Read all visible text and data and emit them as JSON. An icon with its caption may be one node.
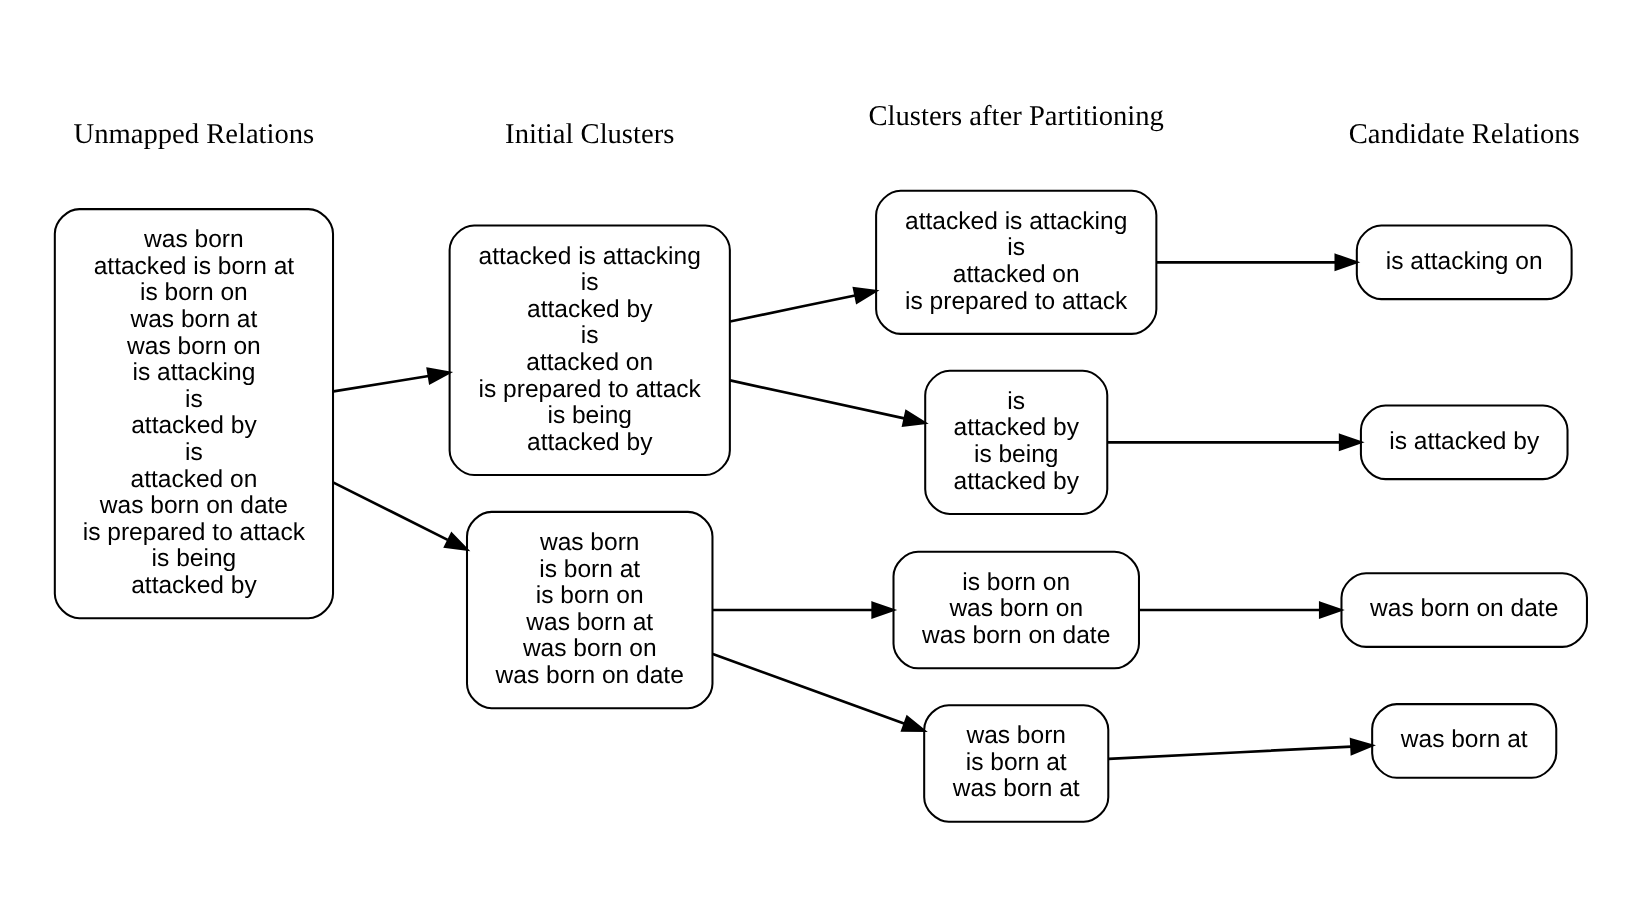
{
  "diagram": {
    "nodes": [
      {
        "text": [
          "was born attacked is born at is born on was born at was born on is attacking is attacked by is attacked on was born on date is prepared to attack is being attacked by"
        ]
      },
      {
        "text": [
          "attacked is attacking is attacked by is attacked on is prepared to attack is being attacked by"
        ]
      },
      {
        "text": [
          "was born is born at is born on was born at was born on was born on date"
        ]
      },
      {
        "text": [
          "attacked is attacking is attacked on is prepared to attack"
        ]
      },
      {
        "text": [
          "is attacked by is being attacked by"
        ]
      },
      {
        "text": [
          "is born on was born on was born on date"
        ]
      },
      {
        "text": [
          "was born is born at was born at"
        ]
      },
      {
        "text": [
          "is attacking on"
        ]
      },
      {
        "text": [
          "is attacked by"
        ]
      },
      {
        "text": [
          "was born on date"
        ]
      },
      {
        "text": [
          "was born at"
        ]
      }
    ],
    "edges": [
      {
        "from": 0,
        "to": 1,
        "arrow": "to"
      },
      {
        "from": 0,
        "to": 2,
        "arrow": "to"
      },
      {
        "from": 1,
        "to": 3,
        "arrow": "to"
      },
      {
        "from": 1,
        "to": 4,
        "arrow": "to"
      },
      {
        "from": 2,
        "to": 5,
        "arrow": "to"
      },
      {
        "from": 2,
        "to": 6,
        "arrow": "to"
      },
      {
        "from": 3,
        "to": 7,
        "arrow": "to"
      },
      {
        "from": 4,
        "to": 8,
        "arrow": "to"
      },
      {
        "from": 5,
        "to": 9,
        "arrow": "to"
      },
      {
        "from": 6,
        "to": 10,
        "arrow": "to"
      }
    ],
    "labels": [
      "Unmapped Relations",
      "Initial Clusters",
      "Clusters after Partitioning",
      "Candidate Relations"
    ]
  }
}
